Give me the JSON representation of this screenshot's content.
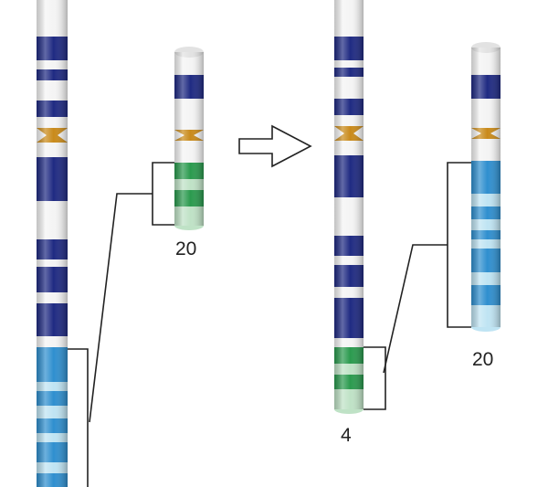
{
  "labels": {
    "left_chr20": "20",
    "right_chr4": "4",
    "right_chr20": "20"
  },
  "colors": {
    "navy": "#1f2a82",
    "cyan": "#2f8fcf",
    "light_cyan": "#bfe4f3",
    "green": "#2a9a4e",
    "light_green": "#bfe2c6",
    "centromere": "#c98a1a",
    "outline": "#222222"
  },
  "icons": {
    "transform_arrow": "hollow-right-arrow-icon"
  }
}
